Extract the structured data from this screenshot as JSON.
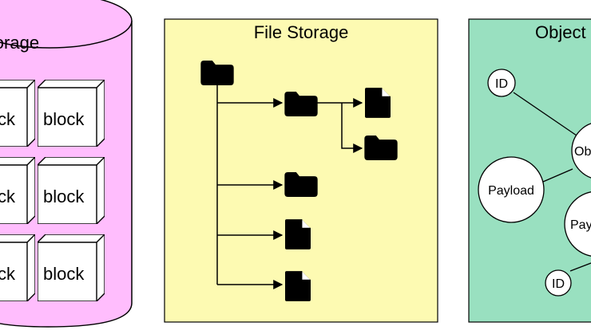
{
  "block_storage": {
    "title": "Storage",
    "fill": "#ffbdfd",
    "cells": [
      [
        "ck",
        "block"
      ],
      [
        "ck",
        "block"
      ],
      [
        "ck",
        "block"
      ]
    ]
  },
  "file_storage": {
    "title": "File Storage",
    "fill": "#fdfab2",
    "root": "folder-icon",
    "children": [
      {
        "type": "folder-icon",
        "children": [
          "file-icon",
          "folder-icon"
        ]
      },
      {
        "type": "folder-icon",
        "children": []
      },
      {
        "type": "file-icon",
        "children": []
      },
      {
        "type": "file-icon",
        "children": []
      }
    ]
  },
  "object_storage": {
    "title": "Object",
    "fill": "#99e0c0",
    "nodes": [
      {
        "label": "ID"
      },
      {
        "label": "Ob"
      },
      {
        "label": "Payload"
      },
      {
        "label": "Pay"
      },
      {
        "label": "ID"
      }
    ]
  }
}
